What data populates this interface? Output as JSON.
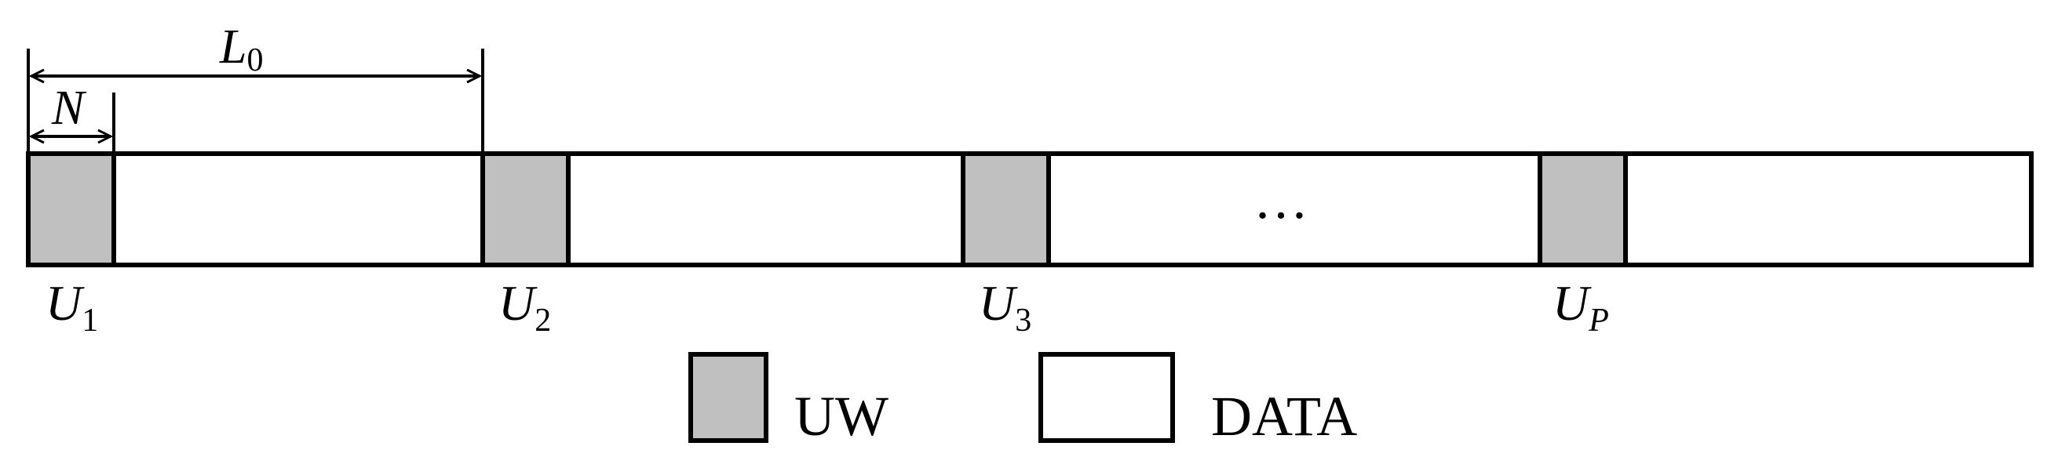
{
  "colors": {
    "uw_fill": "#c0c0c0",
    "data_fill": "#ffffff",
    "stroke": "#000000"
  },
  "dimensions": {
    "frame_length": {
      "symbol": "L",
      "subscript": "0"
    },
    "uw_length": {
      "symbol": "N"
    }
  },
  "blocks": [
    {
      "type": "UW"
    },
    {
      "type": "DATA"
    },
    {
      "type": "UW"
    },
    {
      "type": "DATA"
    },
    {
      "type": "UW"
    },
    {
      "type": "DATA"
    },
    {
      "type": "UW"
    },
    {
      "type": "DATA"
    }
  ],
  "uw_labels": [
    {
      "symbol": "U",
      "subscript": "1"
    },
    {
      "symbol": "U",
      "subscript": "2"
    },
    {
      "symbol": "U",
      "subscript": "3"
    },
    {
      "symbol": "U",
      "subscript": "P"
    }
  ],
  "ellipsis": "…",
  "legend": {
    "uw_label": "UW",
    "data_label": "DATA"
  }
}
